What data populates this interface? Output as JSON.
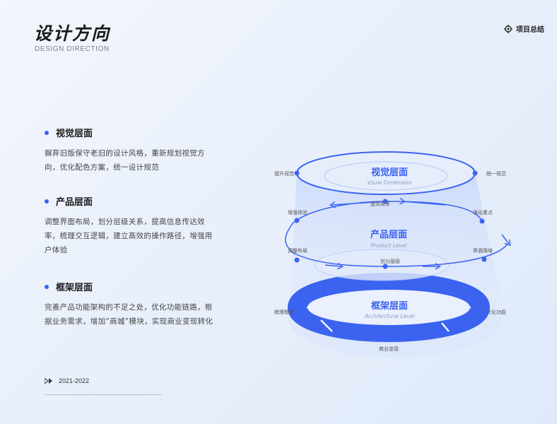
{
  "header": {
    "title": "设计方向",
    "subtitle": "DESIGN DIRECTION",
    "right_label": "项目总结",
    "right_icon": "crosshair-icon"
  },
  "sections": [
    {
      "title": "视觉层面",
      "body": "摒弃旧版保守老旧的设计风格，重新规划视觉方向，优化配色方案，统一设计规范"
    },
    {
      "title": "产品层面",
      "body": "调整界面布局，划分层级关系，提高信息传达效率，梳理交互逻辑，建立高效的操作路径，增强用户体验"
    },
    {
      "title": "框架层面",
      "body": "完善产品功能架构的不足之处，优化功能链路，根据业务需求，增加“商城”模块，实现商业变现转化"
    }
  ],
  "footer": {
    "year": "2021-2022",
    "icon": "play-arrows-icon"
  },
  "diagram": {
    "colors": {
      "accent": "#3b63f0",
      "light": "#c9d7fb"
    },
    "top": {
      "title": "视觉层面",
      "subtitle": "Vsual Dimension",
      "labels": [
        "提升视觉",
        "统一规范"
      ]
    },
    "middle": {
      "title": "产品层面",
      "subtitle": "Product Level",
      "labels": [
        "提高效率",
        "增强体验",
        "强化重点",
        "调整布局",
        "划分层级",
        "界面降噪"
      ]
    },
    "bottom": {
      "title": "框架层面",
      "subtitle": "Architectural Level",
      "labels": [
        "梳理框架",
        "优化功能",
        "商业变现"
      ]
    }
  }
}
